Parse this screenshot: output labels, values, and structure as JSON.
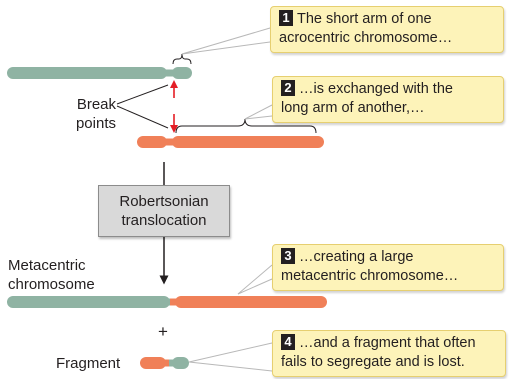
{
  "callouts": [
    {
      "number": "1",
      "line1": "The short arm of one",
      "line2": "acrocentric chromosome…"
    },
    {
      "number": "2",
      "line1": "…is exchanged with the",
      "line2": "long arm of another,…"
    },
    {
      "number": "3",
      "line1": "…creating a large",
      "line2": "metacentric chromosome…"
    },
    {
      "number": "4",
      "line1": "…and a fragment that often",
      "line2": "fails to segregate and is lost."
    }
  ],
  "labels": {
    "break_points_line1": "Break",
    "break_points_line2": "points",
    "metacentric_line1": "Metacentric",
    "metacentric_line2": "chromosome",
    "plus": "+",
    "fragment": "Fragment"
  },
  "process_box": {
    "line1": "Robertsonian",
    "line2": "translocation"
  },
  "colors": {
    "chromosome_green": "#8fb3a3",
    "chromosome_orange": "#f08058",
    "callout_fill": "#fdf3b9",
    "break_arrow": "#e41e26",
    "process_fill": "#d9d9d9"
  }
}
